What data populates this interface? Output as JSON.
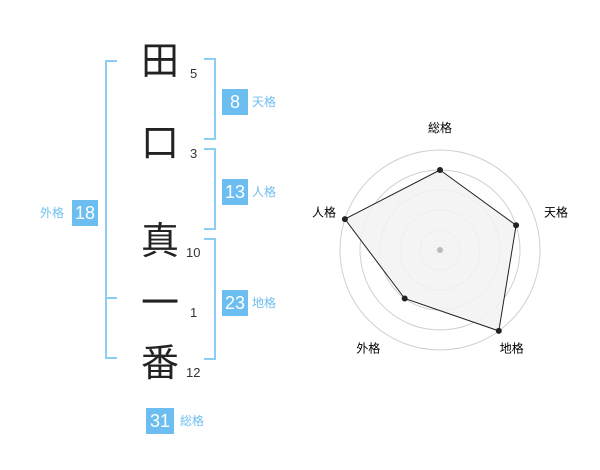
{
  "name": {
    "characters": [
      {
        "char": "田",
        "strokes": "5"
      },
      {
        "char": "口",
        "strokes": "3"
      },
      {
        "char": "真",
        "strokes": "10"
      },
      {
        "char": "一",
        "strokes": "1"
      },
      {
        "char": "番",
        "strokes": "12"
      }
    ]
  },
  "fortunes": {
    "tenkaku": {
      "value": "8",
      "label": "天格"
    },
    "jinkaku": {
      "value": "13",
      "label": "人格"
    },
    "chikaku": {
      "value": "23",
      "label": "地格"
    },
    "gaikaku": {
      "value": "18",
      "label": "外格"
    },
    "soukaku": {
      "value": "31",
      "label": "総格"
    }
  },
  "chart_data": {
    "type": "radar",
    "axes": [
      "総格",
      "天格",
      "地格",
      "外格",
      "人格"
    ],
    "values": [
      4,
      4,
      5,
      3,
      5
    ],
    "max": 5,
    "rings": 5,
    "colors": {
      "fill": "#f2f2f2",
      "line": "#222222",
      "grid": "#d0d0d0",
      "center": "#bbbbbb"
    }
  }
}
